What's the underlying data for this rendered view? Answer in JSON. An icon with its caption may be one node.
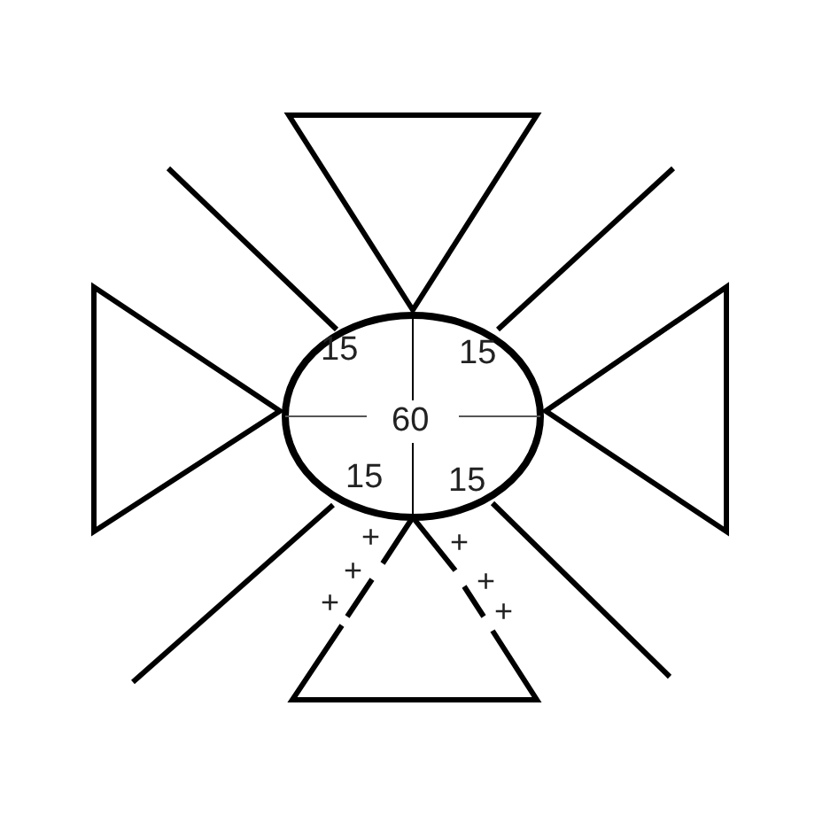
{
  "diagram": {
    "nodes": [
      {
        "text": [
          "15",
          "15",
          "60",
          "15",
          "15"
        ]
      }
    ],
    "labels": [
      "+",
      "+",
      "+",
      "+",
      "+",
      "+"
    ]
  }
}
